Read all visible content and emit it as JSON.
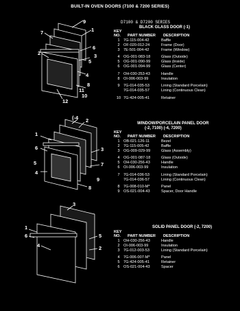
{
  "page_title": "BUILT-IN OVEN DOORS (7100 & 7200 SERIES)",
  "sections": [
    {
      "series_label": "D7100 & D7200 SERIES",
      "door_title": "BLACK GLASS DOOR (-1)",
      "col_key": "KEY",
      "col_no": "NO.",
      "col_part": "PART NUMBER",
      "col_desc": "DESCRIPTION",
      "rows": [
        {
          "key": "1",
          "part": "7G-115-004-42",
          "desc": "Baffle"
        },
        {
          "key": "2",
          "part": "OF-020-012-24",
          "desc": "Frame (Door)"
        },
        {
          "key": "3",
          "part": "7E-501-004-42",
          "desc": "Frame (Window)"
        },
        {
          "key": "4",
          "part": "OG-001-083-18",
          "desc": "Glass (Outside)"
        },
        {
          "key": "5",
          "part": "OG-001-090-99",
          "desc": "Glass (Inside)"
        },
        {
          "key": "6",
          "part": "OG-001-094-99",
          "desc": "Glass (Center)"
        },
        {
          "key": "7",
          "part": "OH-030-253-43",
          "desc": "Handle"
        },
        {
          "key": "8",
          "part": "OI-006-003-99",
          "desc": "Insulation"
        },
        {
          "key": "9",
          "part": "7G-014-035-53",
          "desc": "Lining (Standard Porcelain)"
        },
        {
          "key": "",
          "part": "7G-014-035-57",
          "desc": "Lining (Continuous Clean)"
        },
        {
          "key": "10",
          "part": "7G-424-005-41",
          "desc": "Retainer"
        }
      ],
      "callouts": [
        "9",
        "1",
        "6",
        "3",
        "5",
        "7",
        "2",
        "4",
        "8",
        "11",
        "10",
        "12"
      ]
    },
    {
      "door_title": "WINDOW/PORCELAIN PANEL DOOR",
      "door_subtitle": "(-2, 7100) (-4, 7200)",
      "col_key": "KEY",
      "col_no": "NO.",
      "col_part": "PART NUMBER",
      "col_desc": "DESCRIPTION",
      "rows": [
        {
          "key": "1",
          "part": "OB-021-126-11",
          "desc": "Bezel"
        },
        {
          "key": "2",
          "part": "7G-115-005-42",
          "desc": "Baffle"
        },
        {
          "key": "3",
          "part": "OG-009-029-99",
          "desc": "Glass (Assembly)"
        },
        {
          "key": "4",
          "part": "OG-001-087-18",
          "desc": "Glass (Outside)"
        },
        {
          "key": "5",
          "part": "OH-030-256-43",
          "desc": "Handle"
        },
        {
          "key": "6",
          "part": "OI-006-003-99",
          "desc": "Insulation"
        },
        {
          "key": "7",
          "part": "7G-014-036-53",
          "desc": "Lining (Standard Porcelain)"
        },
        {
          "key": "",
          "part": "7G-014-036-57",
          "desc": "Lining (Continuous Clean)"
        },
        {
          "key": "8",
          "part": "7G-008-010-M*",
          "desc": "Panel"
        },
        {
          "key": "9",
          "part": "OS-021-004-43",
          "desc": "Spacer, Door Handle"
        }
      ],
      "callouts": [
        "(-4",
        "2",
        "1",
        "6",
        "5",
        "3",
        "7",
        "4",
        "9",
        "8"
      ]
    },
    {
      "door_title": "SOLID PANEL DOOR (-2, 7200)",
      "col_key": "KEY",
      "col_no": "NO.",
      "col_part": "PART NUMBER",
      "col_desc": "DESCRIPTION",
      "rows": [
        {
          "key": "1",
          "part": "OH-030-256-43",
          "desc": "Handle"
        },
        {
          "key": "2",
          "part": "OI-006-003-99",
          "desc": "Insulation"
        },
        {
          "key": "3",
          "part": "7G-012-003-53",
          "desc": "Lining (Standard Porcelain)"
        },
        {
          "key": "4",
          "part": "7G-006-007-M*",
          "desc": "Panel"
        },
        {
          "key": "5",
          "part": "7G-424-005-41",
          "desc": "Retainer"
        },
        {
          "key": "6",
          "part": "OS-021-004-43",
          "desc": "Spacer"
        }
      ],
      "callouts": [
        "3",
        "1",
        "6",
        "4",
        "5",
        "2"
      ]
    }
  ]
}
